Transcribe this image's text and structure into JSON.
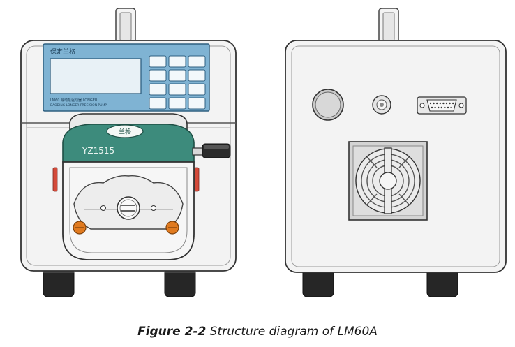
{
  "caption": {
    "label": "Figure 2-2",
    "title": "Structure diagram of LM60A"
  },
  "front_view": {
    "panel_title": "保定兰格",
    "panel_small_line_1": "LM60 蠕动泵驱动器 LONGER",
    "panel_small_line_2": "BAODING LONGER PRECISION PUMP",
    "pump_head_badge": "兰格",
    "pump_head_model": "YZ1515",
    "keypad_rows": 4,
    "keypad_cols": 3
  },
  "colors": {
    "panel_blue": "#7fb3d3",
    "pump_head_teal": "#3d8b7c",
    "knob_orange": "#e07a1f",
    "red_indicator": "#d44a3a",
    "housing": "#f2f2f2",
    "outline": "#333333"
  }
}
